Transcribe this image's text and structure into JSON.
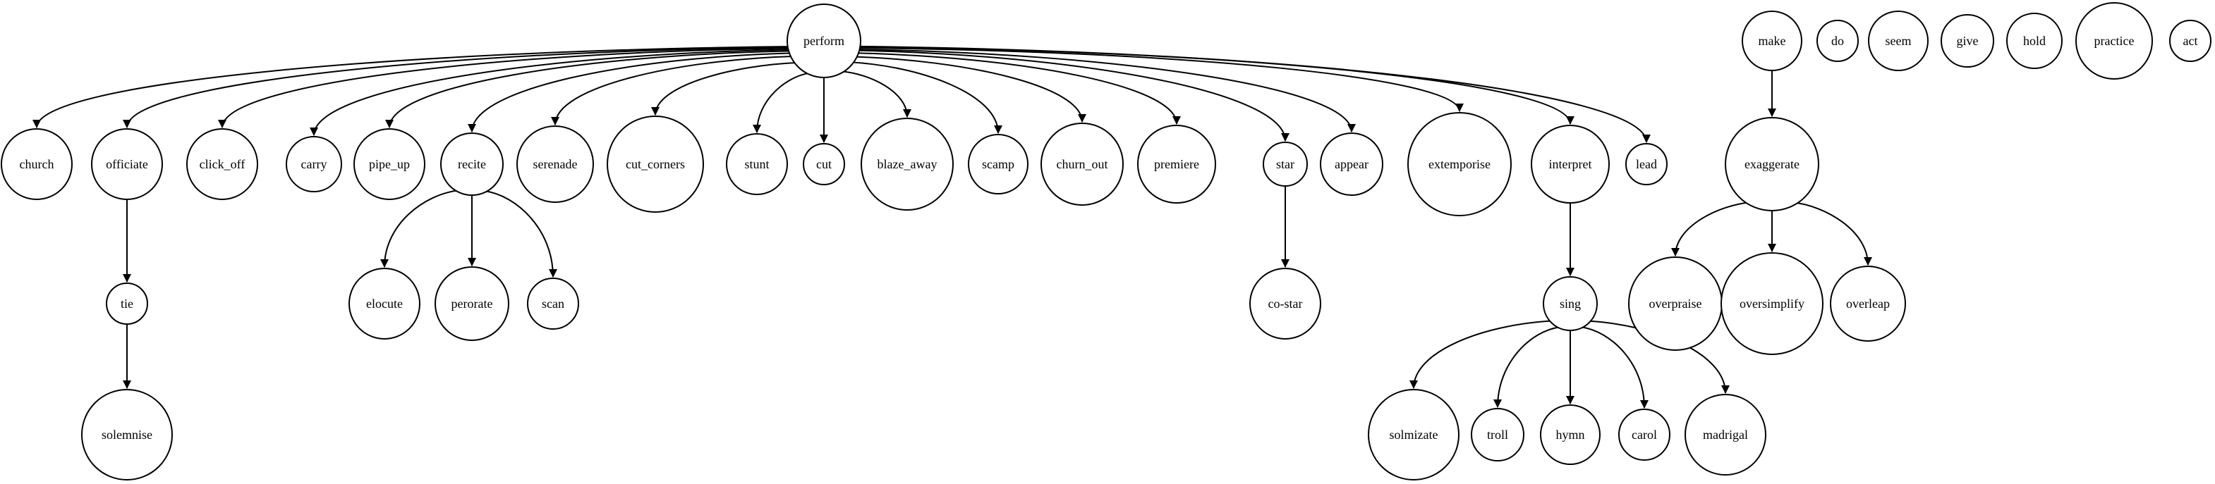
{
  "diagram": {
    "type": "directed-graph",
    "nodes": [
      {
        "id": "perform",
        "label": "perform"
      },
      {
        "id": "church",
        "label": "church"
      },
      {
        "id": "officiate",
        "label": "officiate"
      },
      {
        "id": "click_off",
        "label": "click_off"
      },
      {
        "id": "carry",
        "label": "carry"
      },
      {
        "id": "pipe_up",
        "label": "pipe_up"
      },
      {
        "id": "recite",
        "label": "recite"
      },
      {
        "id": "serenade",
        "label": "serenade"
      },
      {
        "id": "cut_corners",
        "label": "cut_corners"
      },
      {
        "id": "stunt",
        "label": "stunt"
      },
      {
        "id": "cut",
        "label": "cut"
      },
      {
        "id": "blaze_away",
        "label": "blaze_away"
      },
      {
        "id": "scamp",
        "label": "scamp"
      },
      {
        "id": "churn_out",
        "label": "churn_out"
      },
      {
        "id": "premiere",
        "label": "premiere"
      },
      {
        "id": "star",
        "label": "star"
      },
      {
        "id": "appear",
        "label": "appear"
      },
      {
        "id": "extemporise",
        "label": "extemporise"
      },
      {
        "id": "interpret",
        "label": "interpret"
      },
      {
        "id": "lead",
        "label": "lead"
      },
      {
        "id": "tie",
        "label": "tie"
      },
      {
        "id": "solemnise",
        "label": "solemnise"
      },
      {
        "id": "elocute",
        "label": "elocute"
      },
      {
        "id": "perorate",
        "label": "perorate"
      },
      {
        "id": "scan",
        "label": "scan"
      },
      {
        "id": "co-star",
        "label": "co-star"
      },
      {
        "id": "sing",
        "label": "sing"
      },
      {
        "id": "solmizate",
        "label": "solmizate"
      },
      {
        "id": "troll",
        "label": "troll"
      },
      {
        "id": "hymn",
        "label": "hymn"
      },
      {
        "id": "carol",
        "label": "carol"
      },
      {
        "id": "madrigal",
        "label": "madrigal"
      },
      {
        "id": "make",
        "label": "make"
      },
      {
        "id": "exaggerate",
        "label": "exaggerate"
      },
      {
        "id": "overpraise",
        "label": "overpraise"
      },
      {
        "id": "oversimplify",
        "label": "oversimplify"
      },
      {
        "id": "overleap",
        "label": "overleap"
      },
      {
        "id": "do",
        "label": "do"
      },
      {
        "id": "seem",
        "label": "seem"
      },
      {
        "id": "give",
        "label": "give"
      },
      {
        "id": "hold",
        "label": "hold"
      },
      {
        "id": "practice",
        "label": "practice"
      },
      {
        "id": "act",
        "label": "act"
      }
    ],
    "edges": [
      {
        "from": "perform",
        "to": "church"
      },
      {
        "from": "perform",
        "to": "officiate"
      },
      {
        "from": "perform",
        "to": "click_off"
      },
      {
        "from": "perform",
        "to": "carry"
      },
      {
        "from": "perform",
        "to": "pipe_up"
      },
      {
        "from": "perform",
        "to": "recite"
      },
      {
        "from": "perform",
        "to": "serenade"
      },
      {
        "from": "perform",
        "to": "cut_corners"
      },
      {
        "from": "perform",
        "to": "stunt"
      },
      {
        "from": "perform",
        "to": "cut"
      },
      {
        "from": "perform",
        "to": "blaze_away"
      },
      {
        "from": "perform",
        "to": "scamp"
      },
      {
        "from": "perform",
        "to": "churn_out"
      },
      {
        "from": "perform",
        "to": "premiere"
      },
      {
        "from": "perform",
        "to": "star"
      },
      {
        "from": "perform",
        "to": "appear"
      },
      {
        "from": "perform",
        "to": "extemporise"
      },
      {
        "from": "perform",
        "to": "interpret"
      },
      {
        "from": "perform",
        "to": "lead"
      },
      {
        "from": "officiate",
        "to": "tie"
      },
      {
        "from": "tie",
        "to": "solemnise"
      },
      {
        "from": "recite",
        "to": "elocute"
      },
      {
        "from": "recite",
        "to": "perorate"
      },
      {
        "from": "recite",
        "to": "scan"
      },
      {
        "from": "star",
        "to": "co-star"
      },
      {
        "from": "interpret",
        "to": "sing"
      },
      {
        "from": "sing",
        "to": "solmizate"
      },
      {
        "from": "sing",
        "to": "troll"
      },
      {
        "from": "sing",
        "to": "hymn"
      },
      {
        "from": "sing",
        "to": "carol"
      },
      {
        "from": "sing",
        "to": "madrigal"
      },
      {
        "from": "make",
        "to": "exaggerate"
      },
      {
        "from": "exaggerate",
        "to": "overpraise"
      },
      {
        "from": "exaggerate",
        "to": "oversimplify"
      },
      {
        "from": "exaggerate",
        "to": "overleap"
      }
    ]
  }
}
